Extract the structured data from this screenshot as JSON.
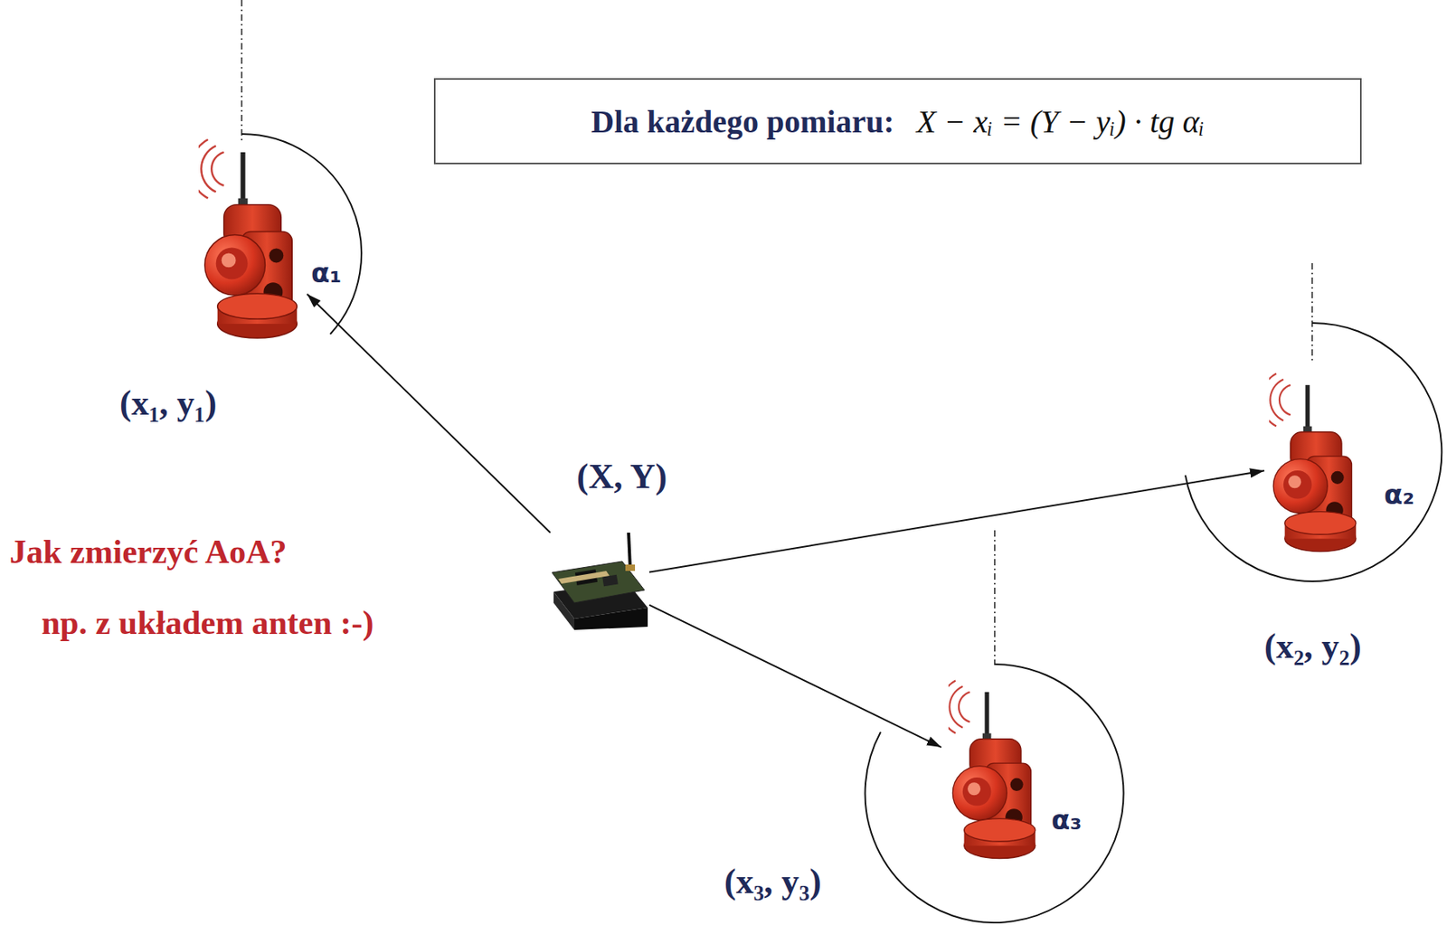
{
  "diagram": {
    "nodes": [
      {
        "text": [
          "Dla każdego pomiaru:",
          "X − xᵢ = (Y − yᵢ) · tg αᵢ"
        ]
      },
      {
        "text": [
          "(x₁, y₁)"
        ]
      },
      {
        "text": [
          "(X, Y)"
        ]
      },
      {
        "text": [
          "(x₂, y₂)"
        ]
      },
      {
        "text": [
          "(x₃, y₃)"
        ]
      }
    ],
    "edges": [
      {
        "from": 2,
        "to": 1,
        "arrow": "to"
      },
      {
        "from": 2,
        "to": 3,
        "arrow": "to"
      },
      {
        "from": 2,
        "to": 4,
        "arrow": "to"
      }
    ],
    "labels": [
      "α₁",
      "α₂",
      "α₃",
      "Jak zmierzyć AoA?",
      "np. z układem anten :-)"
    ]
  }
}
